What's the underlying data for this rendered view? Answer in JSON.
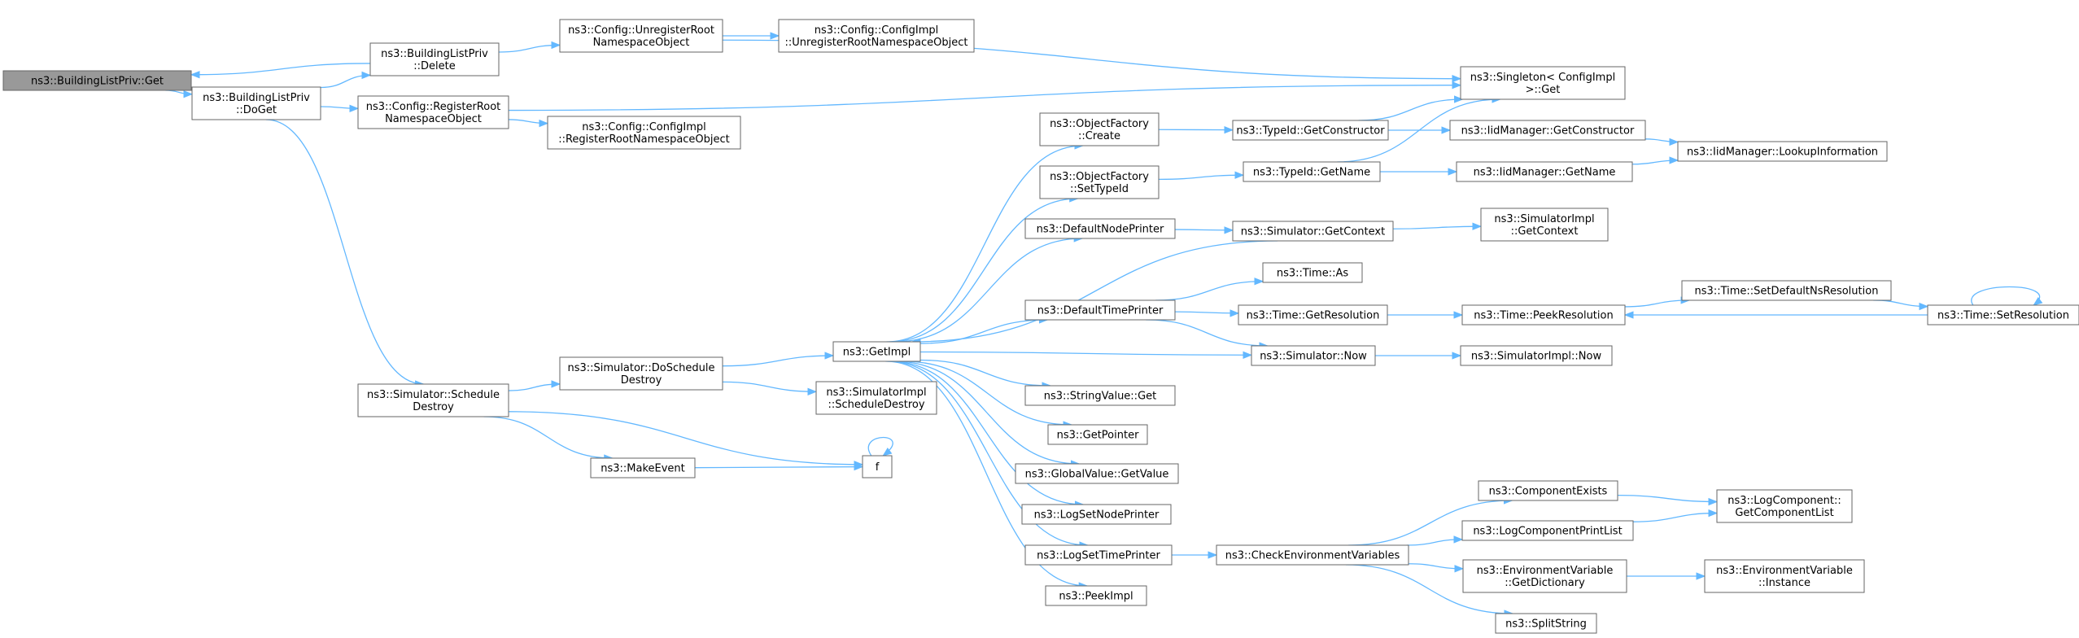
{
  "graph": {
    "title": "",
    "colors": {
      "edge": "#63b8ff",
      "node_fill": "#ffffff",
      "node_stroke": "#666666",
      "root_fill": "#999999"
    },
    "nodes": [
      {
        "id": "n0",
        "lines": [
          "ns3::BuildingListPriv::Get"
        ],
        "root": true
      },
      {
        "id": "n1",
        "lines": [
          "ns3::BuildingListPriv",
          "::Delete"
        ]
      },
      {
        "id": "n2",
        "lines": [
          "ns3::BuildingListPriv",
          "::DoGet"
        ]
      },
      {
        "id": "n3",
        "lines": [
          "ns3::Config::UnregisterRoot",
          "NamespaceObject"
        ]
      },
      {
        "id": "n4",
        "lines": [
          "ns3::Config::ConfigImpl",
          "::UnregisterRootNamespaceObject"
        ]
      },
      {
        "id": "n5",
        "lines": [
          "ns3::Singleton< ConfigImpl",
          " >::Get"
        ]
      },
      {
        "id": "n6",
        "lines": [
          "ns3::Config::RegisterRoot",
          "NamespaceObject"
        ]
      },
      {
        "id": "n7",
        "lines": [
          "ns3::Config::ConfigImpl",
          "::RegisterRootNamespaceObject"
        ]
      },
      {
        "id": "n8",
        "lines": [
          "ns3::Simulator::Schedule",
          "Destroy"
        ]
      },
      {
        "id": "n9",
        "lines": [
          "ns3::Simulator::DoSchedule",
          "Destroy"
        ]
      },
      {
        "id": "n10",
        "lines": [
          "ns3::GetImpl"
        ]
      },
      {
        "id": "n11",
        "lines": [
          "ns3::SimulatorImpl",
          "::ScheduleDestroy"
        ]
      },
      {
        "id": "n12",
        "lines": [
          "ns3::MakeEvent"
        ]
      },
      {
        "id": "n13",
        "lines": [
          "f"
        ]
      },
      {
        "id": "n14",
        "lines": [
          "ns3::ObjectFactory",
          "::Create"
        ]
      },
      {
        "id": "n15",
        "lines": [
          "ns3::ObjectFactory",
          "::SetTypeId"
        ]
      },
      {
        "id": "n16",
        "lines": [
          "ns3::DefaultNodePrinter"
        ]
      },
      {
        "id": "n17",
        "lines": [
          "ns3::DefaultTimePrinter"
        ]
      },
      {
        "id": "n18",
        "lines": [
          "ns3::StringValue::Get"
        ]
      },
      {
        "id": "n19",
        "lines": [
          "ns3::GetPointer"
        ]
      },
      {
        "id": "n20",
        "lines": [
          "ns3::GlobalValue::GetValue"
        ]
      },
      {
        "id": "n21",
        "lines": [
          "ns3::LogSetNodePrinter"
        ]
      },
      {
        "id": "n22",
        "lines": [
          "ns3::LogSetTimePrinter"
        ]
      },
      {
        "id": "n23",
        "lines": [
          "ns3::PeekImpl"
        ]
      },
      {
        "id": "n24",
        "lines": [
          "ns3::TypeId::GetConstructor"
        ]
      },
      {
        "id": "n25",
        "lines": [
          "ns3::TypeId::GetName"
        ]
      },
      {
        "id": "n26",
        "lines": [
          "ns3::Simulator::GetContext"
        ]
      },
      {
        "id": "n27",
        "lines": [
          "ns3::Time::As"
        ]
      },
      {
        "id": "n28",
        "lines": [
          "ns3::Time::GetResolution"
        ]
      },
      {
        "id": "n29",
        "lines": [
          "ns3::Simulator::Now"
        ]
      },
      {
        "id": "n30",
        "lines": [
          "ns3::CheckEnvironmentVariables"
        ]
      },
      {
        "id": "n31",
        "lines": [
          "ns3::IidManager::GetConstructor"
        ]
      },
      {
        "id": "n32",
        "lines": [
          "ns3::IidManager::GetName"
        ]
      },
      {
        "id": "n33",
        "lines": [
          "ns3::IidManager::LookupInformation"
        ]
      },
      {
        "id": "n34",
        "lines": [
          "ns3::SimulatorImpl",
          "::GetContext"
        ]
      },
      {
        "id": "n35",
        "lines": [
          "ns3::Time::PeekResolution"
        ]
      },
      {
        "id": "n36",
        "lines": [
          "ns3::Time::SetDefaultNsResolution"
        ]
      },
      {
        "id": "n37",
        "lines": [
          "ns3::Time::SetResolution"
        ]
      },
      {
        "id": "n38",
        "lines": [
          "ns3::SimulatorImpl::Now"
        ]
      },
      {
        "id": "n39",
        "lines": [
          "ns3::ComponentExists"
        ]
      },
      {
        "id": "n40",
        "lines": [
          "ns3::LogComponentPrintList"
        ]
      },
      {
        "id": "n41",
        "lines": [
          "ns3::EnvironmentVariable",
          "::GetDictionary"
        ]
      },
      {
        "id": "n42",
        "lines": [
          "ns3::SplitString"
        ]
      },
      {
        "id": "n43",
        "lines": [
          "ns3::LogComponent::",
          "GetComponentList"
        ]
      },
      {
        "id": "n44",
        "lines": [
          "ns3::EnvironmentVariable",
          "::Instance"
        ]
      }
    ],
    "edges": [
      [
        "n0",
        "n2"
      ],
      [
        "n2",
        "n1"
      ],
      [
        "n1",
        "n0"
      ],
      [
        "n1",
        "n3"
      ],
      [
        "n3",
        "n4"
      ],
      [
        "n3",
        "n5"
      ],
      [
        "n2",
        "n6"
      ],
      [
        "n6",
        "n5"
      ],
      [
        "n6",
        "n7"
      ],
      [
        "n2",
        "n8"
      ],
      [
        "n8",
        "n9"
      ],
      [
        "n8",
        "n12"
      ],
      [
        "n8",
        "n13"
      ],
      [
        "n12",
        "n13"
      ],
      [
        "n13",
        "n13"
      ],
      [
        "n9",
        "n10"
      ],
      [
        "n9",
        "n11"
      ],
      [
        "n10",
        "n14"
      ],
      [
        "n10",
        "n15"
      ],
      [
        "n10",
        "n16"
      ],
      [
        "n10",
        "n17"
      ],
      [
        "n10",
        "n18"
      ],
      [
        "n10",
        "n19"
      ],
      [
        "n10",
        "n20"
      ],
      [
        "n10",
        "n21"
      ],
      [
        "n10",
        "n22"
      ],
      [
        "n10",
        "n23"
      ],
      [
        "n10",
        "n29"
      ],
      [
        "n26",
        "n10"
      ],
      [
        "n14",
        "n24"
      ],
      [
        "n15",
        "n25"
      ],
      [
        "n16",
        "n26"
      ],
      [
        "n17",
        "n27"
      ],
      [
        "n17",
        "n28"
      ],
      [
        "n17",
        "n29"
      ],
      [
        "n24",
        "n5"
      ],
      [
        "n24",
        "n31"
      ],
      [
        "n25",
        "n5"
      ],
      [
        "n25",
        "n32"
      ],
      [
        "n31",
        "n33"
      ],
      [
        "n32",
        "n33"
      ],
      [
        "n26",
        "n34"
      ],
      [
        "n28",
        "n35"
      ],
      [
        "n35",
        "n36"
      ],
      [
        "n36",
        "n37"
      ],
      [
        "n37",
        "n35"
      ],
      [
        "n37",
        "n37"
      ],
      [
        "n29",
        "n38"
      ],
      [
        "n22",
        "n30"
      ],
      [
        "n30",
        "n39"
      ],
      [
        "n30",
        "n40"
      ],
      [
        "n30",
        "n41"
      ],
      [
        "n30",
        "n42"
      ],
      [
        "n39",
        "n43"
      ],
      [
        "n40",
        "n43"
      ],
      [
        "n41",
        "n44"
      ]
    ]
  }
}
